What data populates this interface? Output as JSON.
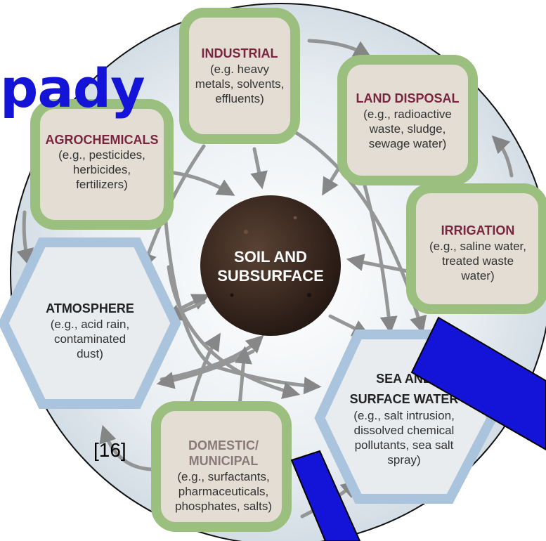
{
  "overlay_title": "pady",
  "citation": "[16]",
  "center": {
    "line1": "SOIL AND",
    "line2": "SUBSURFACE"
  },
  "nodes": {
    "industrial": {
      "title": "INDUSTRIAL",
      "l1": "(e.g. heavy",
      "l2": "metals, solvents,",
      "l3": "effluents)"
    },
    "land_disposal": {
      "title": "LAND DISPOSAL",
      "l1": "(e.g., radioactive",
      "l2": "waste, sludge,",
      "l3": "sewage water)"
    },
    "agrochemicals": {
      "title": "AGROCHEMICALS",
      "l1": "(e.g., pesticides,",
      "l2": "herbicides,",
      "l3": "fertilizers)"
    },
    "irrigation": {
      "title": "IRRIGATION",
      "l1": "(e.g., saline water,",
      "l2": "treated waste",
      "l3": "water)"
    },
    "atmosphere": {
      "title": "ATMOSPHERE",
      "l1": "(e.g., acid rain,",
      "l2": "contaminated",
      "l3": "dust)"
    },
    "sea": {
      "title1": "SEA AND",
      "title2": "SURFACE WATER",
      "l1": "(e.g., salt intrusion,",
      "l2": "dissolved chemical",
      "l3": "pollutants, sea salt",
      "l4": "spray)"
    },
    "domestic": {
      "title1": "DOMESTIC/",
      "title2": "MUNICIPAL",
      "l1": "(e.g., surfactants,",
      "l2": "pharmaceuticals,",
      "l3": "phosphates, salts)"
    }
  },
  "colors": {
    "disc": "#dfe6ec",
    "source_border": "#9bbf7e",
    "source_fill": "#e3ddd3",
    "sink_border": "#a9c4dc",
    "sink_fill": "#e8ecef",
    "accent_title": "#7a2540",
    "center": "#3b2a22",
    "overlay_blue": "#1414d8"
  }
}
